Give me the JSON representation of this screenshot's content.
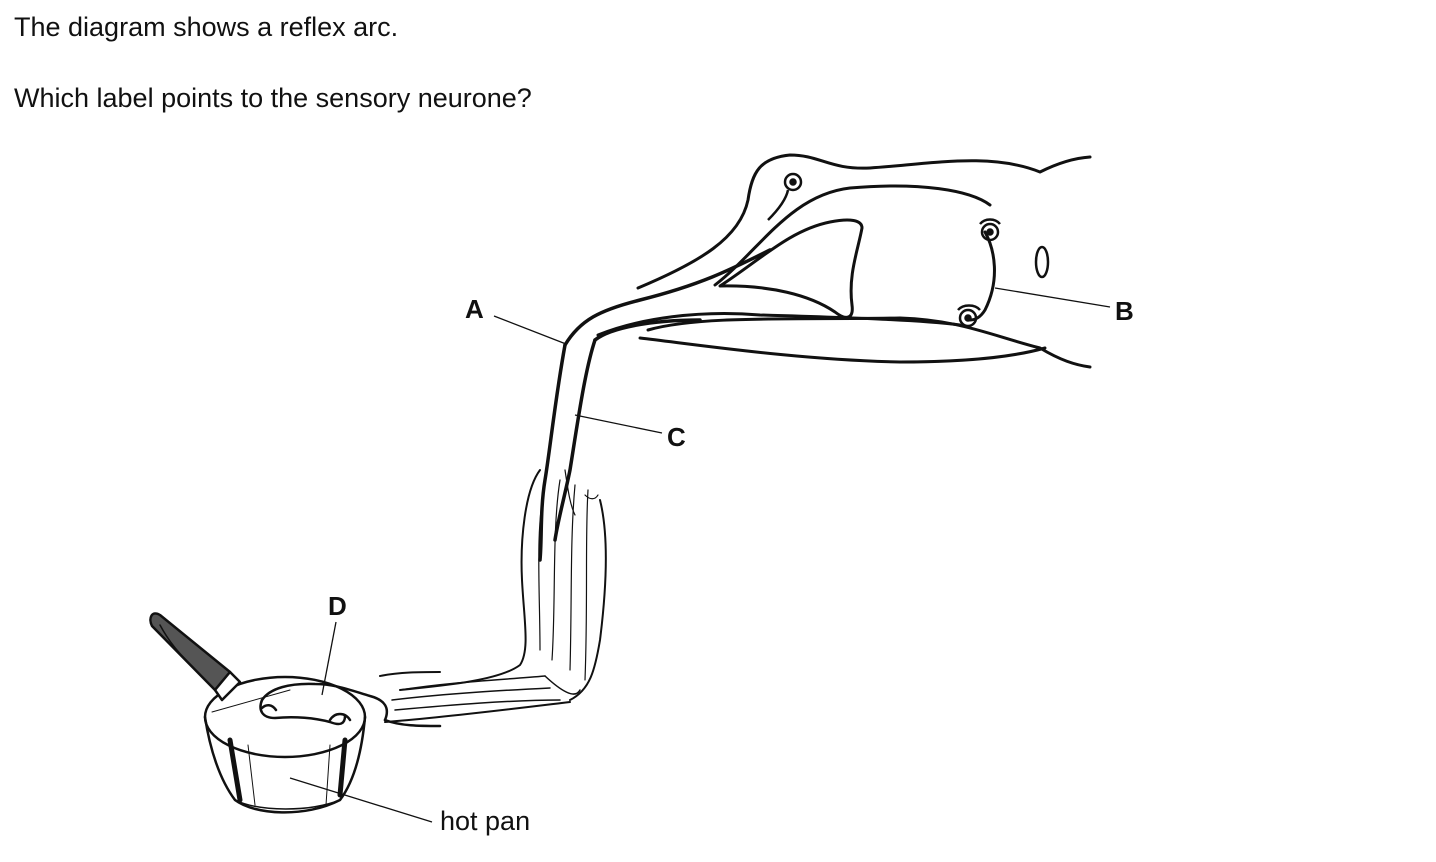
{
  "question": {
    "intro": "The diagram shows a reflex arc.",
    "prompt": "Which label points to the sensory neurone?"
  },
  "diagram": {
    "labels": {
      "a": "A",
      "b": "B",
      "c": "C",
      "d": "D",
      "pan": "hot pan"
    }
  }
}
